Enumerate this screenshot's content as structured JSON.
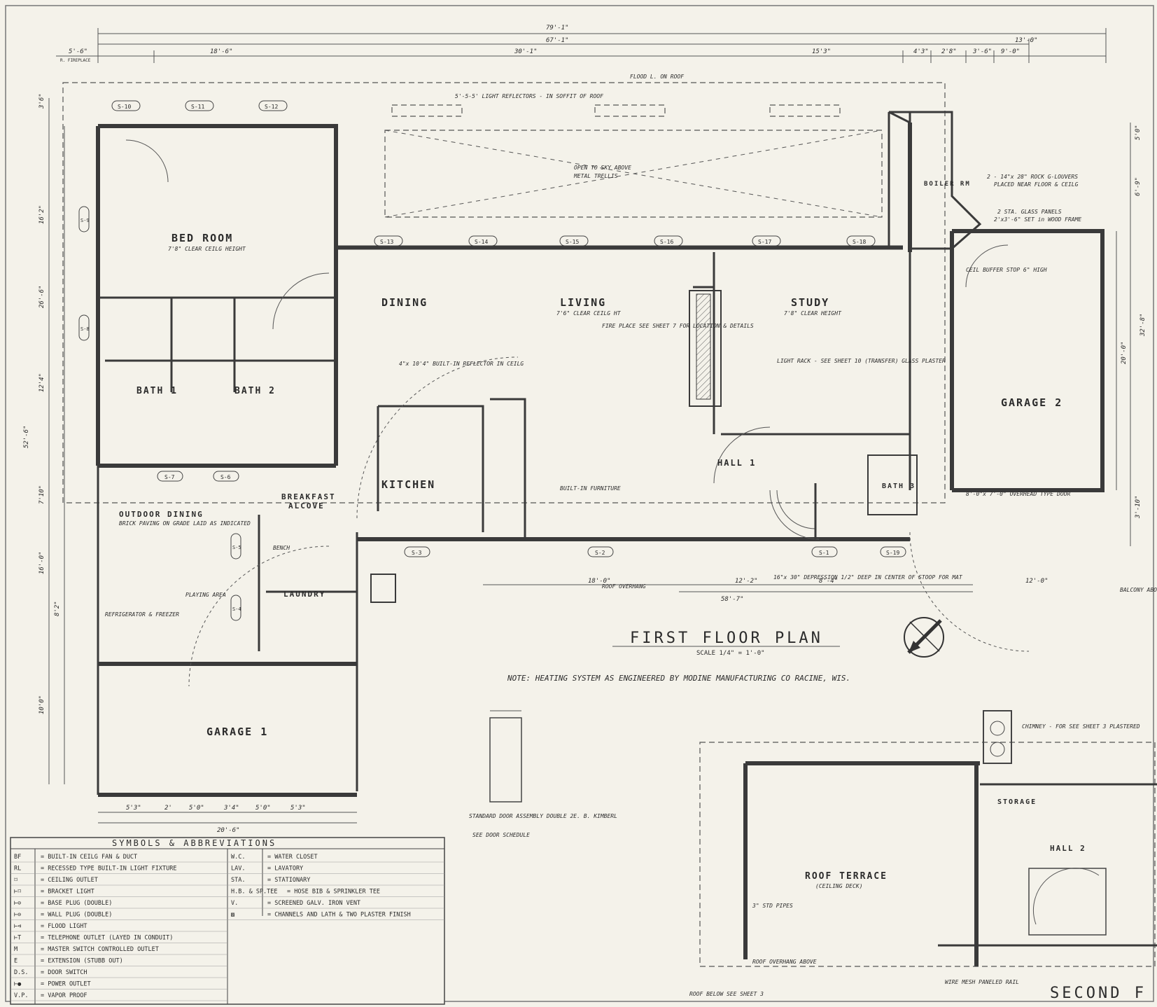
{
  "top_dims": {
    "overall": "79'-1\"",
    "second": "67'-1\"",
    "d1": "5'-6\"",
    "d1_sub": "R. FIREPLACE",
    "d2": "18'-6\"",
    "d3": "30'-1\"",
    "d4": "15'3\"",
    "d5": "13'-0\"",
    "d6": "4'3\"",
    "d7": "2'8\"",
    "d8": "3'-6\"",
    "d9": "9'-0\""
  },
  "annotations": {
    "reflectors": "5'-5-5' LIGHT REFLECTORS - IN SOFFIT OF ROOF",
    "floodlight": "FLOOD L. ON ROOF",
    "open_sky": "OPEN TO SKY ABOVE",
    "metal_trellis": "METAL TRELLIS",
    "boiler_note1": "2 - 14\"x 28\" ROCK G-LOUVERS",
    "boiler_note2": "PLACED NEAR FLOOR & CEILG",
    "boiler_note3": "2 STA. GLASS PANELS",
    "boiler_note4": "2'x3'-6\" SET in WOOD FRAME",
    "bed_clear": "7'8\" CLEAR CEILG HEIGHT",
    "living_clear": "7'6\" CLEAR CEILG HT",
    "study_clear": "7'8\" CLEAR HEIGHT",
    "fireplace": "FIRE PLACE SEE SHEET 7 FOR LOCATION & DETAILS",
    "light_rack": "LIGHT RACK - SEE SHEET 10 (TRANSFER) GLASS PLASTER",
    "reflector_ceiling": "4\"x 10'4\" BUILT-IN REFLECTOR IN CEILG",
    "built_in_furniture": "BUILT-IN FURNITURE",
    "depression_note": "16\"x 30\" DEPRESSION 1/2\" DEEP IN CENTER OF STOOP FOR MAT",
    "roof_overhang": "ROOF OVERHANG",
    "heating_note": "NOTE: HEATING SYSTEM AS ENGINEERED BY MODINE MANUFACTURING CO RACINE, WIS.",
    "standard_door": "STANDARD DOOR ASSEMBLY DOUBLE 2E. B. KIMBERL",
    "see_door_schedule": "SEE DOOR SCHEDULE",
    "chimney": "CHIMNEY - FOR SEE SHEET 3 PLASTERED",
    "wire_mesh": "WIRE MESH PANELED RAIL",
    "roof_below": "ROOF BELOW SEE SHEET 3",
    "std_pipes": "3\" STD PIPES",
    "roof_overhang_above": "ROOF OVERHANG ABOVE",
    "balcony": "BALCONY ABOVE",
    "outdoor_dining_note": "BRICK PAVING ON GRADE LAID AS INDICATED",
    "overhead_door": "8'-0\"x 7'-0\" OVERHEAD TYPE DOOR",
    "ceil_buffer": "CEIL BUFFER STOP 6\" HIGH"
  },
  "rooms": {
    "bed_room": "BED ROOM",
    "dining": "DINING",
    "living": "LIVING",
    "study": "STUDY",
    "bath1": "BATH 1",
    "bath2": "BATH 2",
    "bath3": "BATH 3",
    "kitchen": "KITCHEN",
    "breakfast": "BREAKFAST",
    "alcove": "ALCOVE",
    "outdoor_dining": "OUTDOOR DINING",
    "laundry": "LAUNDRY",
    "garage1": "GARAGE 1",
    "garage2": "GARAGE 2",
    "hall1": "HALL 1",
    "boiler": "BOILER RM",
    "roof_terrace": "ROOF TERRACE",
    "roof_terrace_sub": "(CEILING DECK)",
    "storage": "STORAGE",
    "hall2": "HALL 2",
    "bench": "BENCH",
    "playing_area": "PLAYING AREA",
    "refrigerator": "REFRIGERATOR & FREEZER"
  },
  "window_tags": [
    "S-10",
    "S-11",
    "S-12",
    "S-13",
    "S-14",
    "S-15",
    "S-16",
    "S-17",
    "S-18",
    "S-7",
    "S-6",
    "S-5",
    "S-4",
    "S-3",
    "S-2",
    "S-1",
    "S-19",
    "S-8",
    "S-9"
  ],
  "dims_left": [
    "16'2\"",
    "26'-6\"",
    "12'4\"",
    "52'-6\"",
    "7'10\"",
    "16'-0\"",
    "8'2\"",
    "10'0\"",
    "3'6\""
  ],
  "dims_right": [
    "5'0\"",
    "6'-9\"",
    "32'-8\"",
    "20'-0\"",
    "3'-10\""
  ],
  "dims_bottom": [
    "5'3\"",
    "2'",
    "5'0\"",
    "3'4\"",
    "5'0\"",
    "5'3\"",
    "20'-6\"",
    "12'-2\"",
    "8'-4\"",
    "58'-7\"",
    "18'-0\"",
    "12'-0\""
  ],
  "first_floor_plan": {
    "title": "FIRST FLOOR PLAN",
    "scale": "SCALE 1/4\" = 1'-0\""
  },
  "second_floor_plan": {
    "title_partial": "SECOND F"
  },
  "symbols": {
    "header": "SYMBOLS & ABBREVIATIONS",
    "left": [
      {
        "sym": "BF",
        "text": "= BUILT-IN CEILG FAN & DUCT"
      },
      {
        "sym": "RL",
        "text": "= RECESSED TYPE BUILT-IN LIGHT FIXTURE"
      },
      {
        "sym": "⌑",
        "text": "= CEILING OUTLET"
      },
      {
        "sym": "⊢⌑",
        "text": "= BRACKET LIGHT"
      },
      {
        "sym": "⊢⊖",
        "text": "= BASE PLUG (DOUBLE)"
      },
      {
        "sym": "⊢⊖",
        "text": "= WALL PLUG (DOUBLE)"
      },
      {
        "sym": "⊢⊲",
        "text": "= FLOOD LIGHT"
      },
      {
        "sym": "⊢T",
        "text": "= TELEPHONE OUTLET (LAYED IN CONDUIT)"
      },
      {
        "sym": "M",
        "text": "= MASTER SWITCH CONTROLLED OUTLET"
      },
      {
        "sym": "E",
        "text": "= EXTENSION (STUBB OUT)"
      },
      {
        "sym": "D.S.",
        "text": "= DOOR SWITCH"
      },
      {
        "sym": "⊢●",
        "text": "= POWER OUTLET"
      },
      {
        "sym": "V.P.",
        "text": "= VAPOR PROOF"
      }
    ],
    "right": [
      {
        "sym": "W.C.",
        "text": "= WATER CLOSET"
      },
      {
        "sym": "LAV.",
        "text": "= LAVATORY"
      },
      {
        "sym": "STA.",
        "text": "= STATIONARY"
      },
      {
        "sym": "H.B. & SP.TEE",
        "text": "= HOSE BIB & SPRINKLER TEE"
      },
      {
        "sym": "V.",
        "text": "= SCREENED GALV. IRON VENT"
      },
      {
        "sym": "▨",
        "text": "= CHANNELS AND LATH & TWO PLASTER FINISH"
      }
    ]
  }
}
